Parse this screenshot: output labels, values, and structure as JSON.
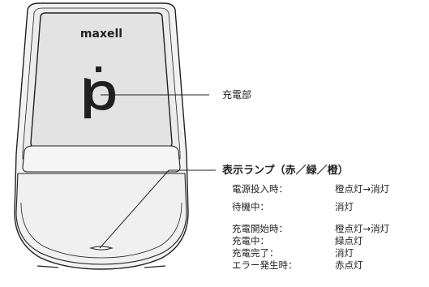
{
  "brand": "maxell",
  "callouts": {
    "charging_part": "充電部",
    "lamp_title": "表示ランプ（赤／緑／橙）"
  },
  "status_table": [
    {
      "state": "電源投入時：",
      "indicator": "橙点灯→消灯"
    },
    {
      "state": "待機中：",
      "indicator": "消灯"
    },
    {
      "state": "充電開始時：",
      "indicator": "橙点灯→消灯"
    },
    {
      "state": "充電中：",
      "indicator": "緑点灯"
    },
    {
      "state": "充電完了：",
      "indicator": "消灯"
    },
    {
      "state": "エラー発生時：",
      "indicator": "赤点灯"
    }
  ],
  "colors": {
    "outline": "#231f20",
    "body_fill": "#f2f2f2",
    "panel_fill": "#e6e6e6",
    "tray_fill": "#ededed"
  }
}
